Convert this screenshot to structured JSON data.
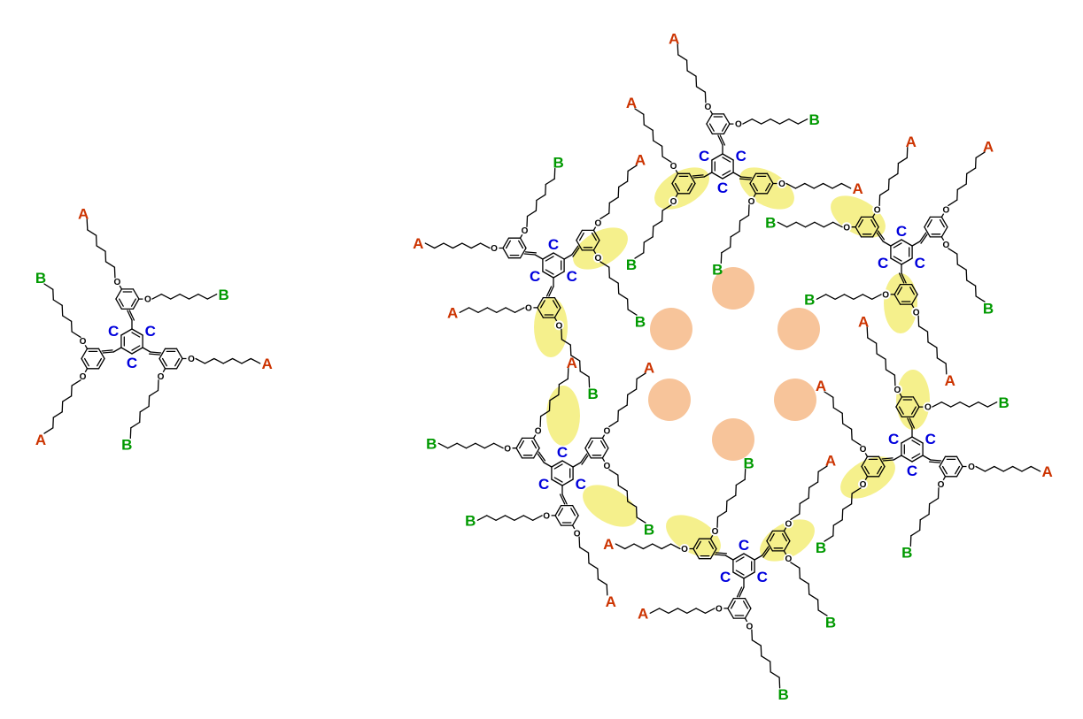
{
  "labels": {
    "A": "A",
    "B": "B",
    "C": "C",
    "O": "O"
  },
  "colors": {
    "A": "#cc3300",
    "B": "#009900",
    "C": "#0000dd",
    "bond": "#000000",
    "yellow_highlight": "#f5f08c",
    "orange_highlight": "#f7c49a",
    "background": "#ffffff"
  }
}
